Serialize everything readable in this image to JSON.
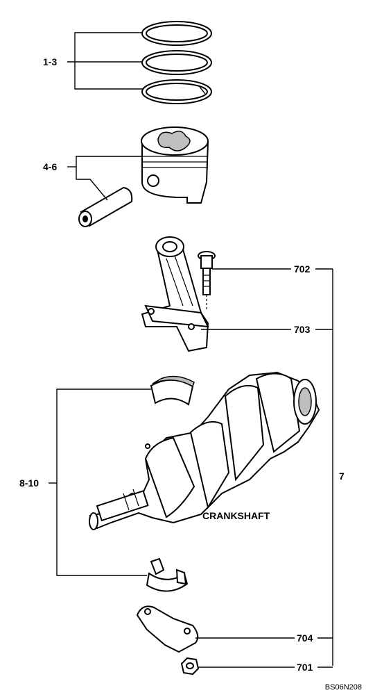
{
  "labels": {
    "rings": "1-3",
    "piston": "4-6",
    "bolt": "702",
    "cap": "703",
    "group": "7",
    "bearings": "8-10",
    "crankshaft": "CRANKSHAFT",
    "thrust": "704",
    "nut": "701",
    "drawing_no": "BS06N208"
  }
}
